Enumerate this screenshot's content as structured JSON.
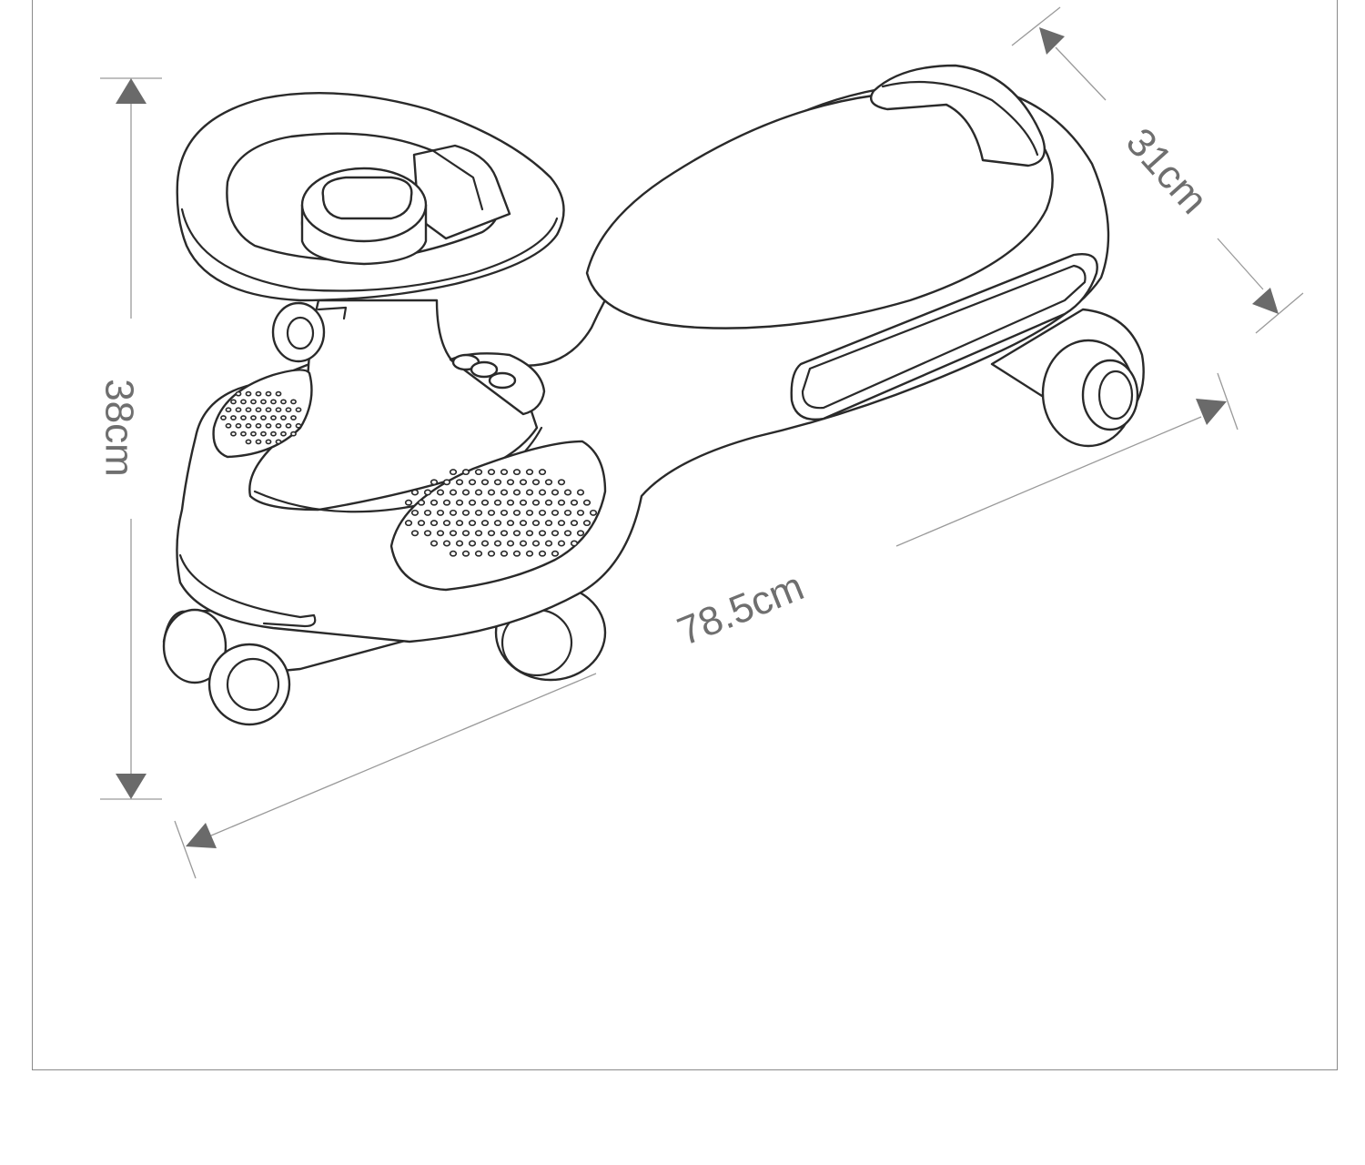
{
  "dimensions": {
    "height_label": "38cm",
    "length_label": "78.5cm",
    "width_label": "31cm"
  },
  "colors": {
    "line": "#2a2a2a",
    "dimension": "#6a6a6a",
    "frame": "#8a8a8a",
    "background": "#ffffff"
  }
}
